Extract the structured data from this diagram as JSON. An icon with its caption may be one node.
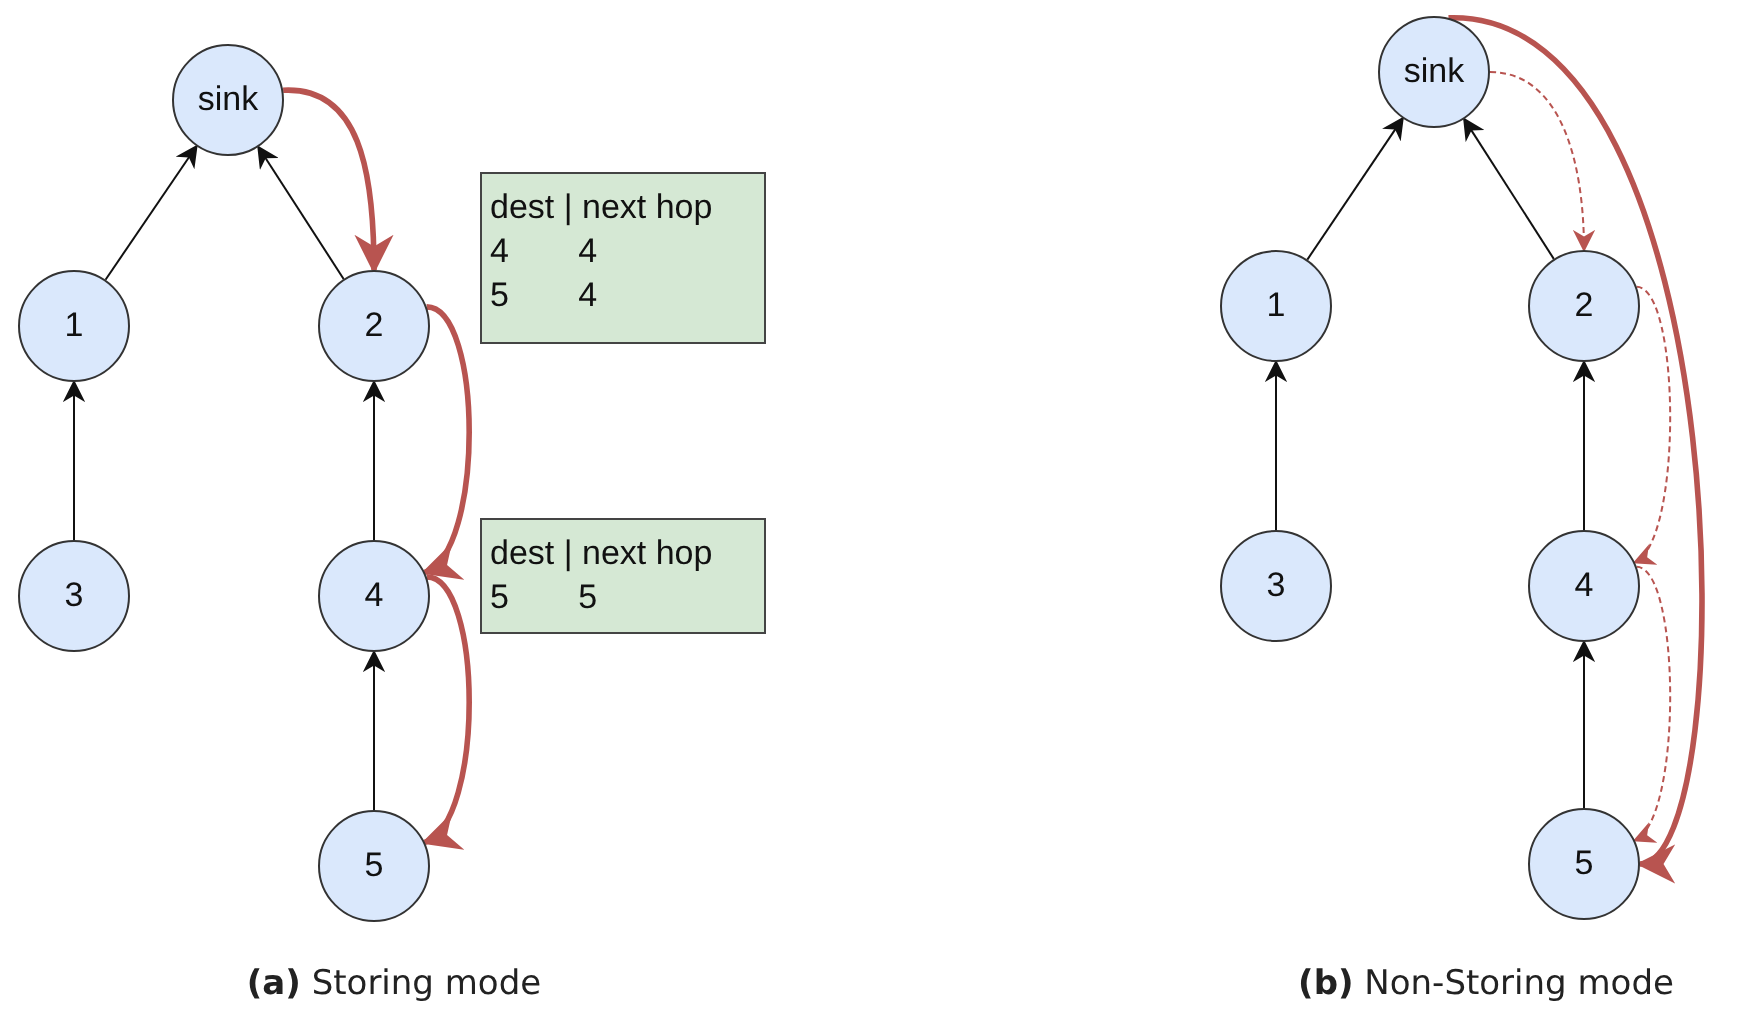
{
  "diagram": {
    "nodes": [
      {
        "text": [
          "sink"
        ]
      },
      {
        "text": [
          "1"
        ]
      },
      {
        "text": [
          "2"
        ]
      },
      {
        "text": [
          "3"
        ]
      },
      {
        "text": [
          "4"
        ]
      },
      {
        "text": [
          "5"
        ]
      },
      {
        "text": [
          "dest | next hop",
          "4 4",
          "5 4"
        ]
      },
      {
        "text": [
          "dest | next hop",
          "5 5"
        ]
      },
      {
        "text": [
          "sink"
        ]
      },
      {
        "text": [
          "1"
        ]
      },
      {
        "text": [
          "2"
        ]
      },
      {
        "text": [
          "3"
        ]
      },
      {
        "text": [
          "4"
        ]
      },
      {
        "text": [
          "5"
        ]
      }
    ],
    "edges": [
      {
        "from": 1,
        "to": 0,
        "arrow": "to"
      },
      {
        "from": 2,
        "to": 0,
        "arrow": "to"
      },
      {
        "from": 3,
        "to": 1,
        "arrow": "to"
      },
      {
        "from": 4,
        "to": 2,
        "arrow": "to"
      },
      {
        "from": 5,
        "to": 4,
        "arrow": "to"
      },
      {
        "from": 0,
        "to": 2,
        "arrow": "to",
        "style": "thick",
        "color": "#b85450"
      },
      {
        "from": 2,
        "to": 4,
        "arrow": "to",
        "style": "thick",
        "color": "#b85450"
      },
      {
        "from": 4,
        "to": 5,
        "arrow": "to",
        "style": "thick",
        "color": "#b85450"
      },
      {
        "from": 9,
        "to": 8,
        "arrow": "to"
      },
      {
        "from": 10,
        "to": 8,
        "arrow": "to"
      },
      {
        "from": 11,
        "to": 9,
        "arrow": "to"
      },
      {
        "from": 12,
        "to": 10,
        "arrow": "to"
      },
      {
        "from": 13,
        "to": 12,
        "arrow": "to"
      },
      {
        "from": 8,
        "to": 10,
        "arrow": "to",
        "style": "dashed",
        "color": "#b85450"
      },
      {
        "from": 10,
        "to": 12,
        "arrow": "to",
        "style": "dashed",
        "color": "#b85450"
      },
      {
        "from": 12,
        "to": 13,
        "arrow": "to",
        "style": "dashed",
        "color": "#b85450"
      },
      {
        "from": 8,
        "to": 13,
        "arrow": "to",
        "style": "thick",
        "color": "#b85450"
      }
    ],
    "labels": [
      "**(a)** Storing mode",
      "**(b)** Non-Storing mode"
    ]
  }
}
